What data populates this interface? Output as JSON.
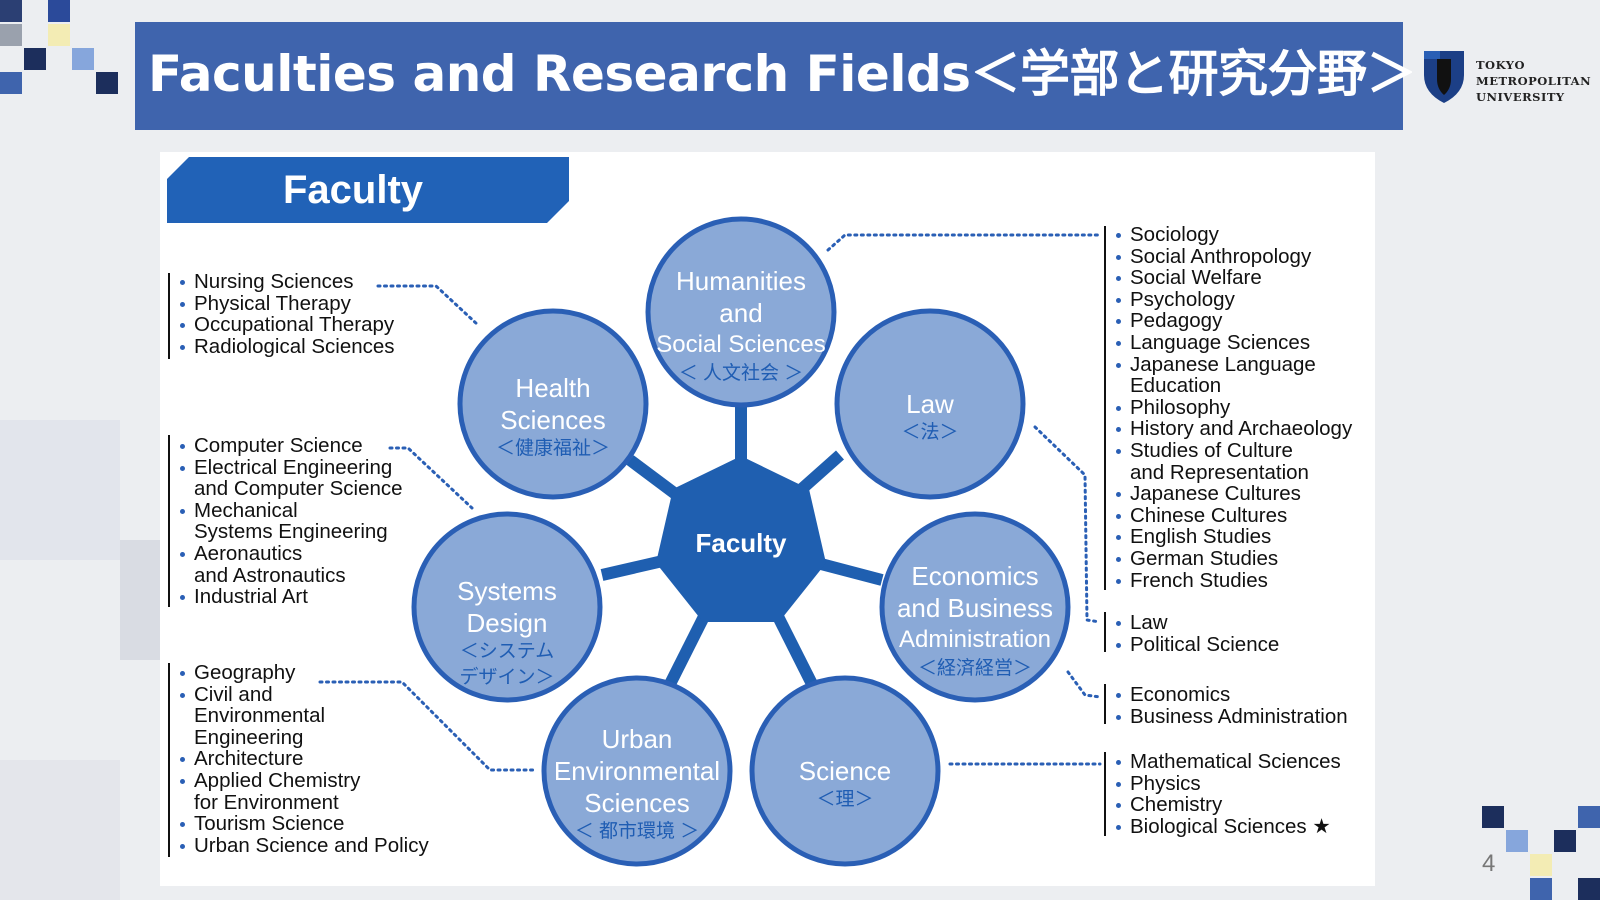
{
  "title": "Faculties and Research Fields＜学部と研究分野＞",
  "logo": {
    "line1": "TOKYO",
    "line2": "METROPOLITAN",
    "line3": "UNIVERSITY"
  },
  "panel_tab": "Faculty",
  "center_label": "Faculty",
  "faculties": {
    "humanities": {
      "line1": "Humanities",
      "line2": "and",
      "line3": "Social Sciences",
      "jp": "＜ 人文社会 ＞"
    },
    "law": {
      "line1": "Law",
      "jp": "＜法＞"
    },
    "economics": {
      "line1": "Economics",
      "line2": "and Business",
      "line3": "Administration",
      "jp": "＜経済経営＞"
    },
    "science": {
      "line1": "Science",
      "jp": "＜理＞"
    },
    "urban": {
      "line1": "Urban",
      "line2": "Environmental",
      "line3": "Sciences",
      "jp": "＜ 都市環境 ＞"
    },
    "systems": {
      "line1": "Systems",
      "line2": "Design",
      "jp1": "＜システム",
      "jp2": "デザイン＞"
    },
    "health": {
      "line1": "Health",
      "line2": "Sciences",
      "jp": "＜健康福祉＞"
    }
  },
  "lists": {
    "health": [
      "Nursing Sciences",
      "Physical Therapy",
      "Occupational Therapy",
      "Radiological Sciences"
    ],
    "systems": [
      "Computer Science",
      "Electrical Engineering",
      "and Computer Science",
      "Mechanical",
      "Systems Engineering",
      "Aeronautics",
      "and Astronautics",
      "Industrial Art"
    ],
    "urban": [
      "Geography",
      "Civil and",
      "Environmental",
      "Engineering",
      "Architecture",
      "Applied Chemistry",
      "for Environment",
      "Tourism Science",
      "Urban Science and Policy"
    ],
    "humanities": [
      "Sociology",
      "Social Anthropology",
      "Social Welfare",
      "Psychology",
      "Pedagogy",
      "Language Sciences",
      "Japanese Language",
      "Education",
      "Philosophy",
      "History and Archaeology",
      "Studies of Culture",
      "and Representation",
      "Japanese Cultures",
      "Chinese Cultures",
      "English Studies",
      "German Studies",
      "French Studies"
    ],
    "law": [
      "Law",
      "Political Science"
    ],
    "economics": [
      "Economics",
      "Business Administration"
    ],
    "science": [
      "Mathematical Sciences",
      "Physics",
      "Chemistry",
      "Biological Sciences ★"
    ]
  },
  "page_number": "4",
  "colors": {
    "title_bar": "#3f64ad",
    "circle_fill": "#8aa9d7",
    "circle_border": "#2a5fb5",
    "hub": "#1f5fb0",
    "accent_jp": "#1f5db3"
  }
}
